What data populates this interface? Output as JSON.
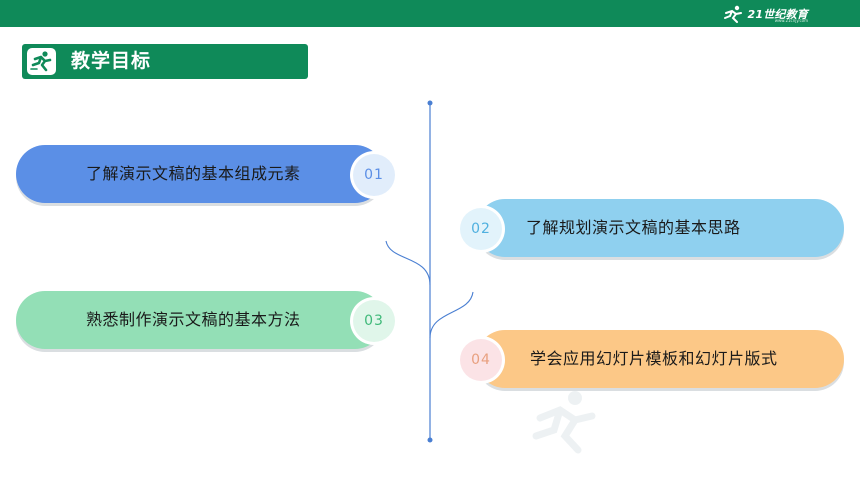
{
  "brand": {
    "name": "21世纪教育",
    "url": "www.21cnjy.com"
  },
  "title": {
    "text": "教学目标"
  },
  "items": [
    {
      "num": "01",
      "text": "了解演示文稿的基本组成元素"
    },
    {
      "num": "02",
      "text": "了解规划演示文稿的基本思路"
    },
    {
      "num": "03",
      "text": "熟悉制作演示文稿的基本方法"
    },
    {
      "num": "04",
      "text": "学会应用幻灯片模板和幻灯片版式"
    }
  ],
  "colors": {
    "green": "#0f8a59",
    "blue_pill": "#5b8fe6",
    "skyblue_pill": "#8fd0ef",
    "mint_pill": "#93dfb6",
    "orange_pill": "#fcc887",
    "line": "#4a7fd2"
  }
}
